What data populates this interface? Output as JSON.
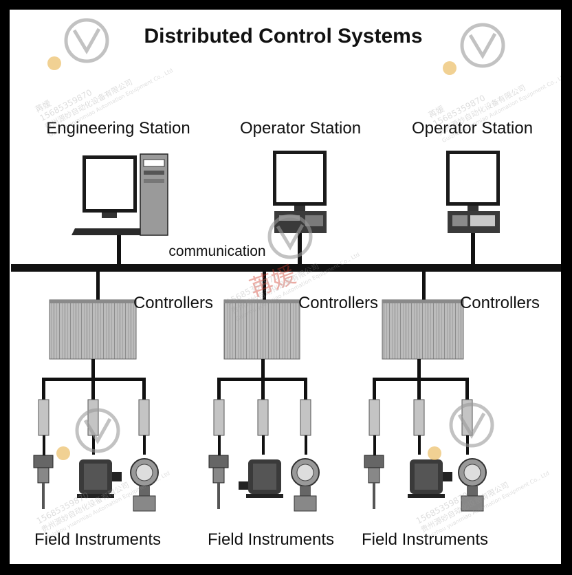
{
  "title": "Distributed Control Systems",
  "stations": [
    {
      "label": "Engineering Station",
      "kind": "engineering"
    },
    {
      "label": "Operator Station",
      "kind": "operator"
    },
    {
      "label": "Operator Station",
      "kind": "operator"
    }
  ],
  "bus_label": "communication",
  "controllers": [
    {
      "label": "Controllers"
    },
    {
      "label": "Controllers"
    },
    {
      "label": "Controllers"
    }
  ],
  "field_groups": [
    {
      "label": "Field Instruments"
    },
    {
      "label": "Field Instruments"
    },
    {
      "label": "Field Instruments"
    }
  ],
  "watermark": {
    "brand_lines": [
      "苒媛",
      "15685359870",
      "贵州源妙自动化设备有限公司",
      "Guizhou yuanmiao Automation Equipment Co., Ltd"
    ]
  },
  "colors": {
    "background": "#ffffff",
    "frame": "#000000",
    "bus": "#111111",
    "rack": "#b4b4b4",
    "watermark": "#9a9a9a",
    "watermark_red": "#d23a2a"
  }
}
